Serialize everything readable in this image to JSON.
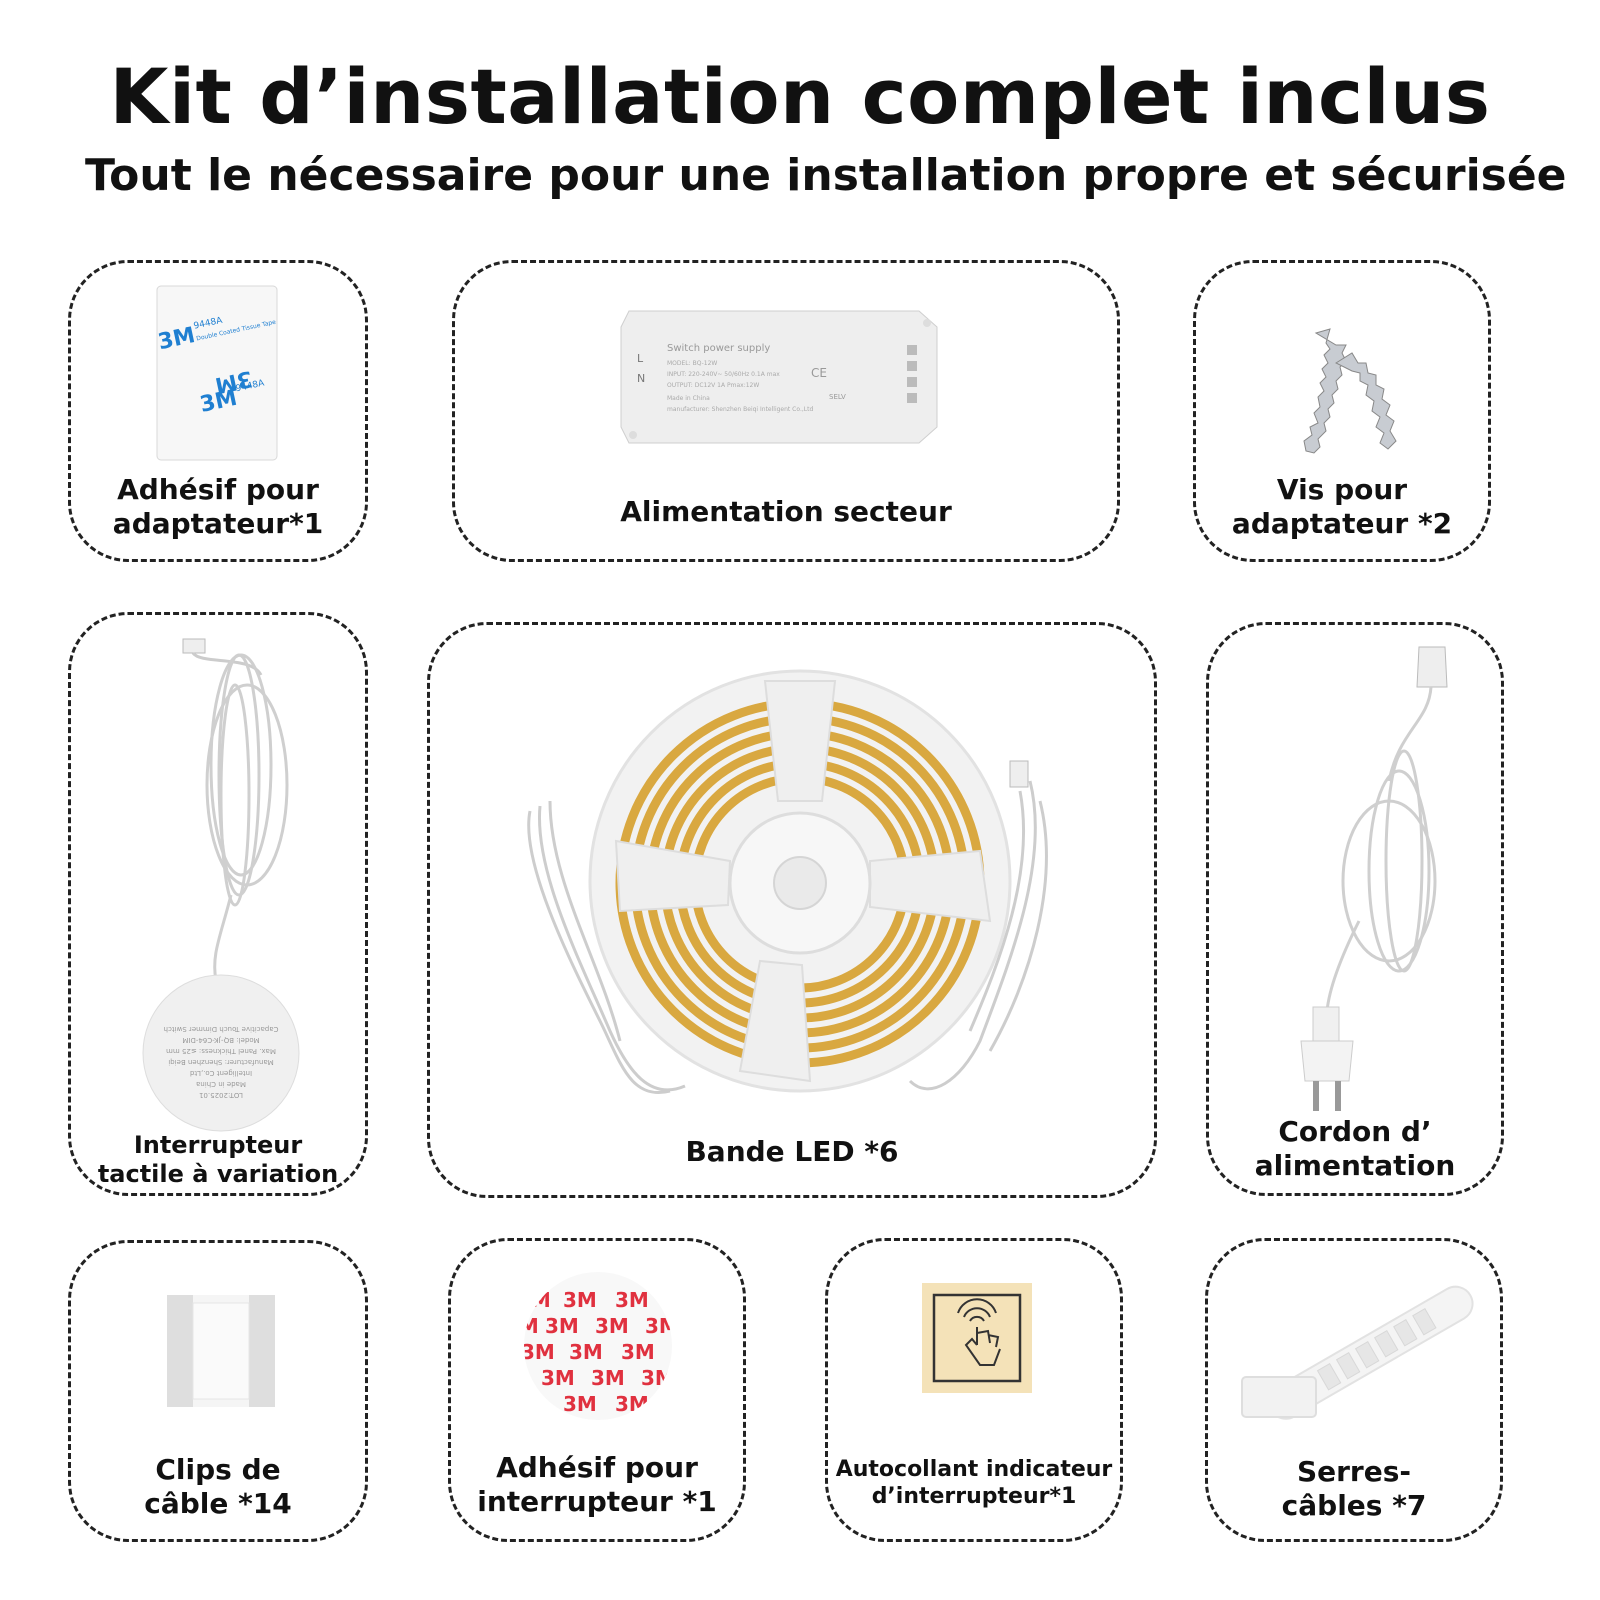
{
  "header": {
    "title": "Kit d’installation complet inclus",
    "subtitle": "Tout le nécessaire pour une installation propre et sécurisée"
  },
  "items": [
    {
      "id": "adapter-adhesive",
      "lines": [
        "Adhésif pour",
        "adaptateur*1"
      ],
      "icon": "3m-tape-icon"
    },
    {
      "id": "power-supply",
      "lines": [
        "Alimentation secteur"
      ],
      "icon": "power-supply-icon"
    },
    {
      "id": "adapter-screws",
      "lines": [
        "Vis pour",
        "adaptateur *2"
      ],
      "icon": "screw-icon"
    },
    {
      "id": "touch-dimmer",
      "lines": [
        "Interrupteur",
        "tactile à variation"
      ],
      "icon": "touch-dimmer-icon"
    },
    {
      "id": "led-strip",
      "lines": [
        "Bande LED *6"
      ],
      "icon": "led-reel-icon"
    },
    {
      "id": "power-cord",
      "lines": [
        "Cordon d’",
        "alimentation"
      ],
      "icon": "power-plug-icon"
    },
    {
      "id": "cable-clips",
      "lines": [
        "Clips de",
        "câble *14"
      ],
      "icon": "cable-clip-icon"
    },
    {
      "id": "switch-adhesive",
      "lines": [
        "Adhésif pour",
        "interrupteur *1"
      ],
      "icon": "3m-disc-icon"
    },
    {
      "id": "indicator-sticker",
      "lines": [
        "Autocollant indicateur",
        "d’interrupteur*1"
      ],
      "icon": "touch-sticker-icon"
    },
    {
      "id": "cable-ties",
      "lines": [
        "Serres-",
        "câbles *7"
      ],
      "icon": "cable-tie-icon"
    }
  ],
  "art_text": {
    "tape_brand": "3M",
    "tape_code": "9448A",
    "tape_desc": "Double Coated Tissue Tape",
    "psu_title": "Switch power supply",
    "psu_model": "MODEL: BQ-12W",
    "psu_input": "INPUT: 220-240V~ 50/60Hz 0.1A max",
    "psu_output": "OUTPUT: DC12V 1A Pmax:12W",
    "psu_origin": "Made in China",
    "psu_maker": "manufacturer: Shenzhen Beiqi Intelligent Co.,Ltd",
    "psu_selv": "SELV",
    "dimmer_lines": [
      "LOT:2025.01",
      "Made in China",
      "Intelligent Co.,Ltd",
      "Manufacturer: Shenzhen Beiqi",
      "Max. Panel Thickness: ≤25 mm",
      "Model: BQ-JK-C64-DIM",
      "Capacitive Touch Dimmer Switch"
    ],
    "disc_brand": "3M"
  },
  "colors": {
    "border": "#222222",
    "led_yellow": "#d9a840",
    "white_plastic": "#f2f2f2",
    "red_logo": "#e0313f",
    "blue_logo": "#1f7fd1",
    "sticker_bg": "#f4e2b8"
  }
}
